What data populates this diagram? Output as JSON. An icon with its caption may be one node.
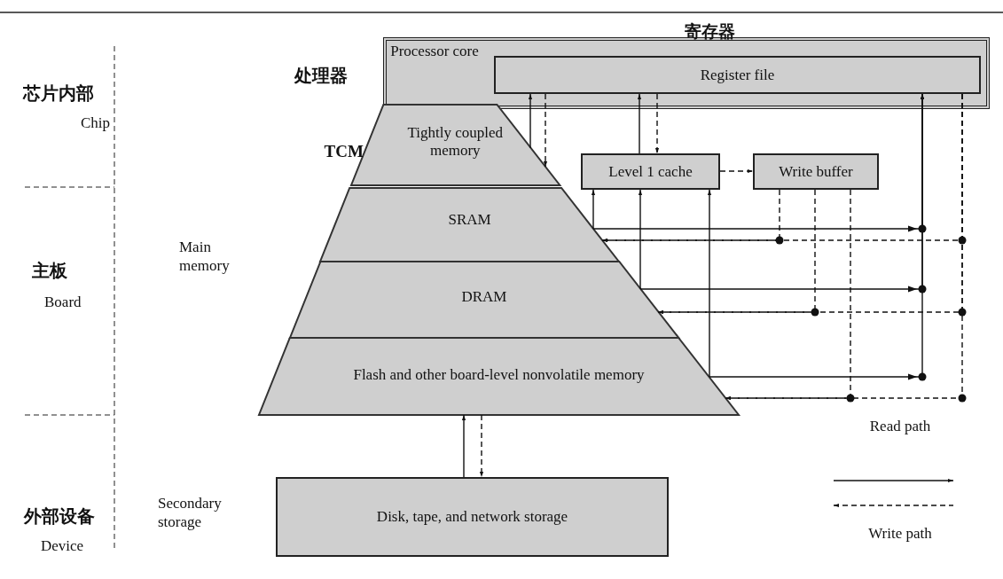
{
  "diagram": {
    "nodes": [
      {
        "text": [
          "Processor core"
        ]
      },
      {
        "text": [
          "Register file"
        ],
        "in": 0,
        "beside": [
          "寄存器"
        ]
      },
      {
        "text": [
          "Tightly coupled memory"
        ],
        "beside": [
          "TCM"
        ]
      },
      {
        "text": [
          "Level 1 cache"
        ]
      },
      {
        "text": [
          "Write buffer"
        ]
      },
      {
        "text": [
          "SRAM"
        ]
      },
      {
        "text": [
          "DRAM"
        ]
      },
      {
        "text": [
          "Flash and other board-level nonvolatile memory"
        ]
      },
      {
        "text": [
          "Disk, tape, and network storage"
        ]
      }
    ],
    "edges": [
      {
        "from": 2,
        "to": 1,
        "arrow": "to"
      },
      {
        "from": 1,
        "to": 2,
        "arrow": "to",
        "style": "dashed"
      },
      {
        "from": 3,
        "to": 1,
        "arrow": "to"
      },
      {
        "from": 1,
        "to": 3,
        "arrow": "to",
        "style": "dashed"
      },
      {
        "from": 3,
        "to": 4,
        "arrow": "to",
        "style": "dashed"
      },
      {
        "from": 5,
        "to": 3,
        "arrow": "to"
      },
      {
        "from": 5,
        "to": 1,
        "arrow": "to"
      },
      {
        "from": 1,
        "to": 5,
        "arrow": "to",
        "style": "dashed"
      },
      {
        "from": 4,
        "to": 5,
        "arrow": "to",
        "style": "dashed"
      },
      {
        "from": 6,
        "to": 3,
        "arrow": "to"
      },
      {
        "from": 6,
        "to": 1,
        "arrow": "to"
      },
      {
        "from": 1,
        "to": 6,
        "arrow": "to",
        "style": "dashed"
      },
      {
        "from": 4,
        "to": 6,
        "arrow": "to",
        "style": "dashed"
      },
      {
        "from": 7,
        "to": 3,
        "arrow": "to"
      },
      {
        "from": 7,
        "to": 1,
        "arrow": "to"
      },
      {
        "from": 1,
        "to": 7,
        "arrow": "to",
        "style": "dashed"
      },
      {
        "from": 4,
        "to": 7,
        "arrow": "to",
        "style": "dashed"
      },
      {
        "from": 8,
        "to": 7,
        "arrow": "to"
      },
      {
        "from": 7,
        "to": 8,
        "arrow": "to",
        "style": "dashed"
      }
    ],
    "labels": [
      "处理器",
      "芯片内部",
      "Chip",
      "主板",
      "Board",
      "Main memory",
      "外部设备",
      "Device",
      "Secondary storage"
    ],
    "legend": [
      {
        "text": "Read path"
      },
      {
        "text": "Write path"
      }
    ]
  }
}
